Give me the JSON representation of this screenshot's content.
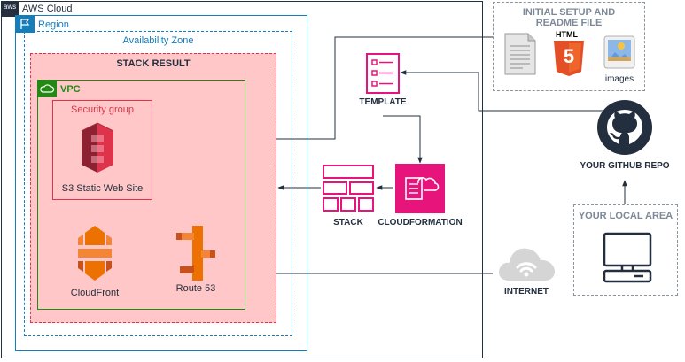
{
  "aws_cloud": {
    "label": "AWS Cloud",
    "badge": "aws"
  },
  "region": {
    "label": "Region"
  },
  "availability_zone": {
    "label": "Availability Zone"
  },
  "stack_result": {
    "label": "STACK RESULT"
  },
  "vpc": {
    "label": "VPC"
  },
  "security_group": {
    "label": "Security group"
  },
  "s3": {
    "label": "S3 Static Web Site"
  },
  "cloudfront": {
    "label": "CloudFront"
  },
  "route53": {
    "label": "Route 53"
  },
  "template": {
    "label": "TEMPLATE"
  },
  "stack": {
    "label": "STACK"
  },
  "cloudformation": {
    "label": "CLOUDFORMATION"
  },
  "setup": {
    "title_line1": "INITIAL SETUP AND",
    "title_line2": "README FILE",
    "html_badge": "HTML",
    "html_digit": "5",
    "images_label": "images"
  },
  "github": {
    "label": "YOUR GITHUB REPO"
  },
  "local_area": {
    "label": "YOUR LOCAL AREA"
  },
  "internet": {
    "label": "INTERNET"
  },
  "colors": {
    "red": "#DD344C",
    "orange": "#ED7100",
    "pink": "#E7157B",
    "green": "#248814",
    "blue": "#147EBA",
    "stack_fill": "#FFC7C7",
    "dark": "#232F3E"
  }
}
